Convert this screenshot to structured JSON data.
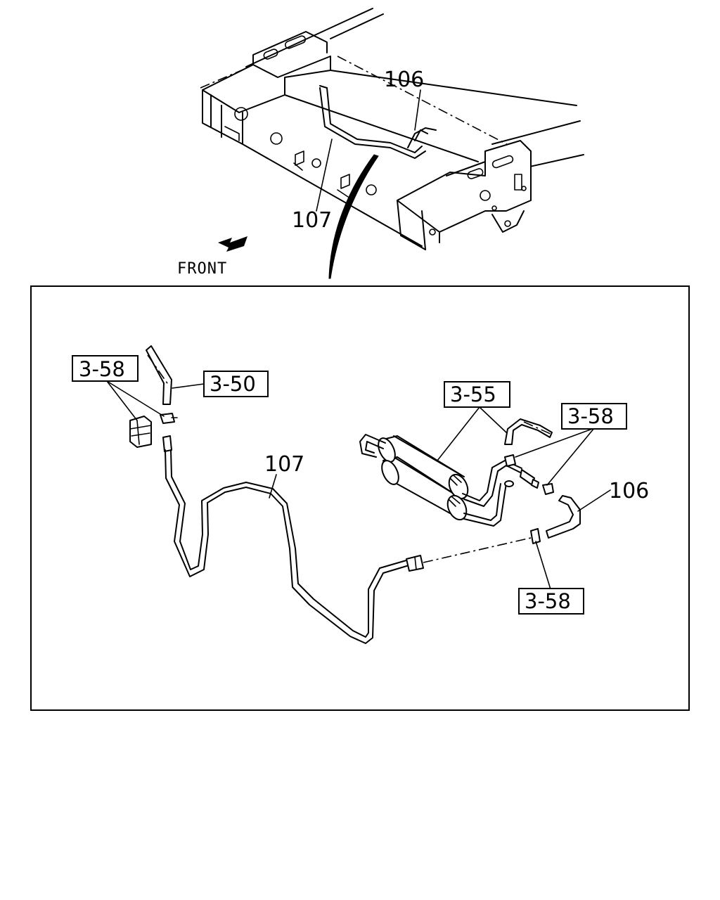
{
  "overview": {
    "front_label": "FRONT",
    "callout_106": "106",
    "callout_107": "107"
  },
  "detail": {
    "ref_3_58_left": "3-58",
    "ref_3_50": "3-50",
    "ref_3_55": "3-55",
    "ref_3_58_right": "3-58",
    "ref_3_58_bottom": "3-58",
    "callout_107": "107",
    "callout_106": "106"
  }
}
